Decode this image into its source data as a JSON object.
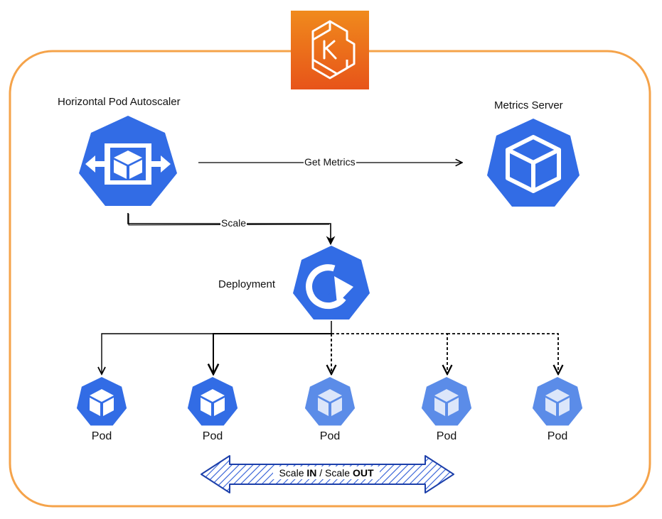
{
  "colors": {
    "container_border": "#F5A34A",
    "aws_orange_top": "#F08A1C",
    "aws_orange_bottom": "#E7541A",
    "k8s_blue": "#326CE5",
    "k8s_blue_light": "#5B8CE8",
    "arrow": "#000000",
    "hatch_blue": "#2D5BD6"
  },
  "icons": {
    "eks": "eks-kubernetes-icon",
    "hpa": "hpa-icon",
    "metrics": "metrics-server-icon",
    "deployment": "deployment-icon",
    "pod": "pod-icon"
  },
  "nodes": {
    "hpa": {
      "label": "Horizontal Pod Autoscaler"
    },
    "metrics": {
      "label": "Metrics Server"
    },
    "deployment": {
      "label": "Deployment"
    },
    "pods": [
      {
        "label": "Pod",
        "state": "active"
      },
      {
        "label": "Pod",
        "state": "active"
      },
      {
        "label": "Pod",
        "state": "scaled"
      },
      {
        "label": "Pod",
        "state": "scaled"
      },
      {
        "label": "Pod",
        "state": "scaled"
      }
    ]
  },
  "edges": {
    "get_metrics": "Get Metrics",
    "scale": "Scale"
  },
  "banner": {
    "part1": "Scale ",
    "in": "IN",
    "sep": " / Scale ",
    "out": "OUT"
  }
}
